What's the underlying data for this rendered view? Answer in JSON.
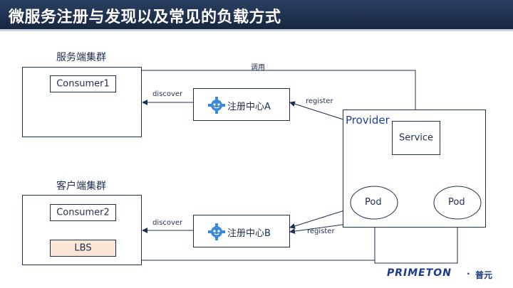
{
  "header": {
    "title": "微服务注册与发现以及常见的负载方式"
  },
  "server_cluster": {
    "label": "服务端集群",
    "consumer": "Consumer1"
  },
  "client_cluster": {
    "label": "客户端集群",
    "consumer": "Consumer2",
    "lbs": "LBS"
  },
  "registry_a": {
    "label": "注册中心A"
  },
  "registry_b": {
    "label": "注册中心B"
  },
  "provider": {
    "label": "Provider",
    "service": "Service",
    "pods": [
      "Pod",
      "Pod"
    ]
  },
  "edges": {
    "call": "调用",
    "discover_top": "discover",
    "register_top": "register",
    "discover_bottom": "discover",
    "register_bottom": "register"
  },
  "logo": {
    "brand": "PRIMETON",
    "suffix": "普元",
    "dot": "·"
  },
  "colors": {
    "title_bar": "#1f2f4f",
    "line": "#1f2f52",
    "lbs_fill": "#fbe5d6",
    "provider_label": "#1f3f9f",
    "registry_icon": "#3b8ad9"
  }
}
